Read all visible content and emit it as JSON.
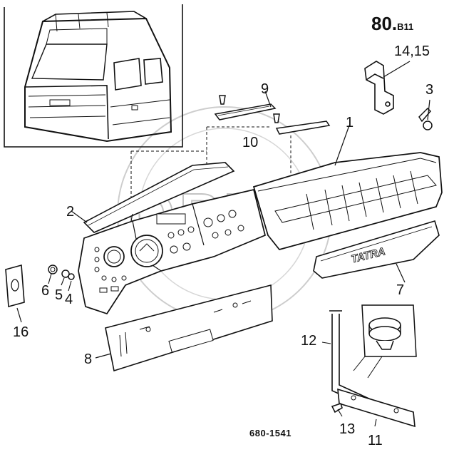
{
  "page_code": {
    "main": "80.",
    "sub": "B11"
  },
  "drawing_number": "680-1541",
  "brand_on_panel": "TATRA",
  "watermark": "OPEX",
  "colors": {
    "ink": "#111111",
    "watermark": "#bdbdbd",
    "background": "#ffffff"
  },
  "callouts": [
    "1",
    "2",
    "3",
    "4",
    "5",
    "6",
    "7",
    "8",
    "9",
    "10",
    "11",
    "12",
    "13",
    "14,15",
    "16"
  ]
}
